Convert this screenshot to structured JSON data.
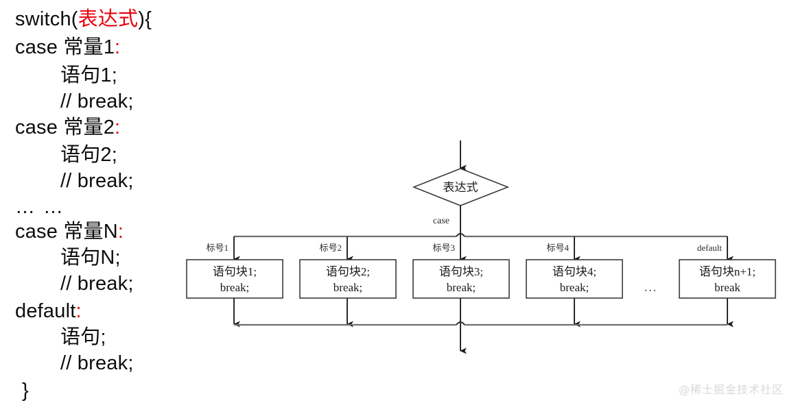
{
  "code": {
    "lines": [
      {
        "id": "l1",
        "prefix": "switch(",
        "accent": "表达式",
        "suffix": "){",
        "indent": false
      },
      {
        "id": "l2",
        "prefix": "case 常量1",
        "accent": ":",
        "suffix": "",
        "indent": false
      },
      {
        "id": "l3",
        "prefix": "语句1;",
        "accent": "",
        "suffix": "",
        "indent": true
      },
      {
        "id": "l4",
        "prefix": "// break;",
        "accent": "",
        "suffix": "",
        "indent": true
      },
      {
        "id": "l5",
        "prefix": "case 常量2",
        "accent": ":",
        "suffix": "",
        "indent": false
      },
      {
        "id": "l6",
        "prefix": "语句2;",
        "accent": "",
        "suffix": "",
        "indent": true
      },
      {
        "id": "l7",
        "prefix": "// break;",
        "accent": "",
        "suffix": "",
        "indent": true
      },
      {
        "id": "l8",
        "prefix": "… …",
        "accent": "",
        "suffix": "",
        "indent": false
      },
      {
        "id": "l9",
        "prefix": "case 常量N",
        "accent": ":",
        "suffix": "",
        "indent": false
      },
      {
        "id": "l10",
        "prefix": "语句N;",
        "accent": "",
        "suffix": "",
        "indent": true
      },
      {
        "id": "l11",
        "prefix": "// break;",
        "accent": "",
        "suffix": "",
        "indent": true
      },
      {
        "id": "l12",
        "prefix": "default",
        "accent": ":",
        "suffix": "",
        "indent": false
      },
      {
        "id": "l13",
        "prefix": "语句;",
        "accent": "",
        "suffix": "",
        "indent": true
      },
      {
        "id": "l14",
        "prefix": "// break;",
        "accent": "",
        "suffix": "",
        "indent": true
      },
      {
        "id": "l15",
        "prefix": "}",
        "accent": "",
        "suffix": "",
        "indent": false
      }
    ],
    "accent_color": "#e8000c",
    "text_color": "#0d0d0d"
  },
  "flowchart": {
    "decision": {
      "label": "表达式",
      "branch_label": "case"
    },
    "branches": [
      {
        "edge_label": "标号1",
        "line1": "语句块1;",
        "line2": "break;"
      },
      {
        "edge_label": "标号2",
        "line1": "语句块2;",
        "line2": "break;"
      },
      {
        "edge_label": "标号3",
        "line1": "语句块3;",
        "line2": "break;"
      },
      {
        "edge_label": "标号4",
        "line1": "语句块4;",
        "line2": "break;"
      },
      {
        "edge_label": "default",
        "line1": "语句块n+1;",
        "line2": "break"
      }
    ],
    "gap_ellipsis": "…",
    "shape_stroke_color": "#3a3a3a",
    "connector_color": "#6e6e6e"
  },
  "watermark": {
    "text": "@稀土掘金技术社区"
  }
}
